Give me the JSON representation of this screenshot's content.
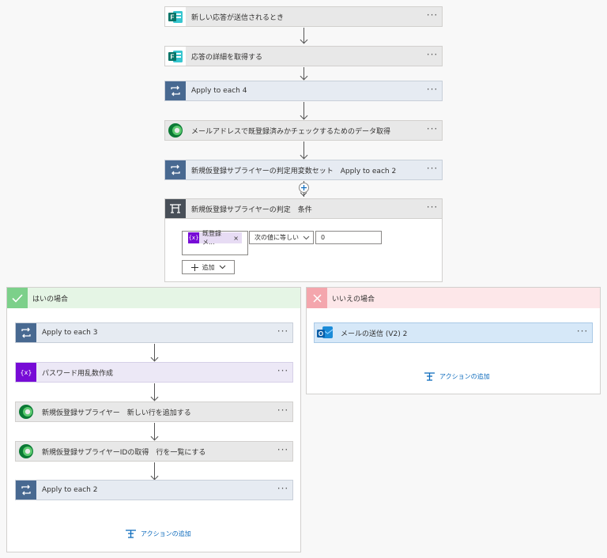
{
  "main_flow": {
    "step1": {
      "label": "新しい応答が送信されるとき",
      "icon": "forms-icon"
    },
    "step2": {
      "label": "応答の詳細を取得する",
      "icon": "forms-icon"
    },
    "step3": {
      "label": "Apply to each 4",
      "icon": "loop-icon"
    },
    "step4": {
      "label": "メールアドレスで既登録済みかチェックするためのデータ取得",
      "icon": "dataverse-icon"
    },
    "step5": {
      "label": "新規仮登録サプライヤーの判定用変数セット　Apply to each 2",
      "icon": "loop-icon"
    },
    "more": "···"
  },
  "condition": {
    "title": "新規仮登録サプライヤーの判定　条件",
    "token_label": "既登録メ...",
    "token_close": "×",
    "operator": "次の値に等しい",
    "value": "0",
    "add_label": "追加"
  },
  "yes_branch": {
    "title": "はいの場合",
    "steps": [
      {
        "label": "Apply to each 3"
      },
      {
        "label": "パスワード用乱数作成"
      },
      {
        "label": "新規仮登録サプライヤー　新しい行を追加する"
      },
      {
        "label": "新規仮登録サプライヤーIDの取得　行を一覧にする"
      },
      {
        "label": "Apply to each 2"
      }
    ],
    "add_action": "アクションの追加"
  },
  "no_branch": {
    "title": "いいえの場合",
    "steps": [
      {
        "label": "メールの送信 (V2) 2"
      }
    ],
    "add_action": "アクションの追加"
  },
  "colors": {
    "loop": "#486991",
    "variable": "#770bd6",
    "condition": "#484f58",
    "yes_header": "#e5f5e5",
    "no_header": "#fde7e9",
    "link": "#0f6cbd"
  }
}
